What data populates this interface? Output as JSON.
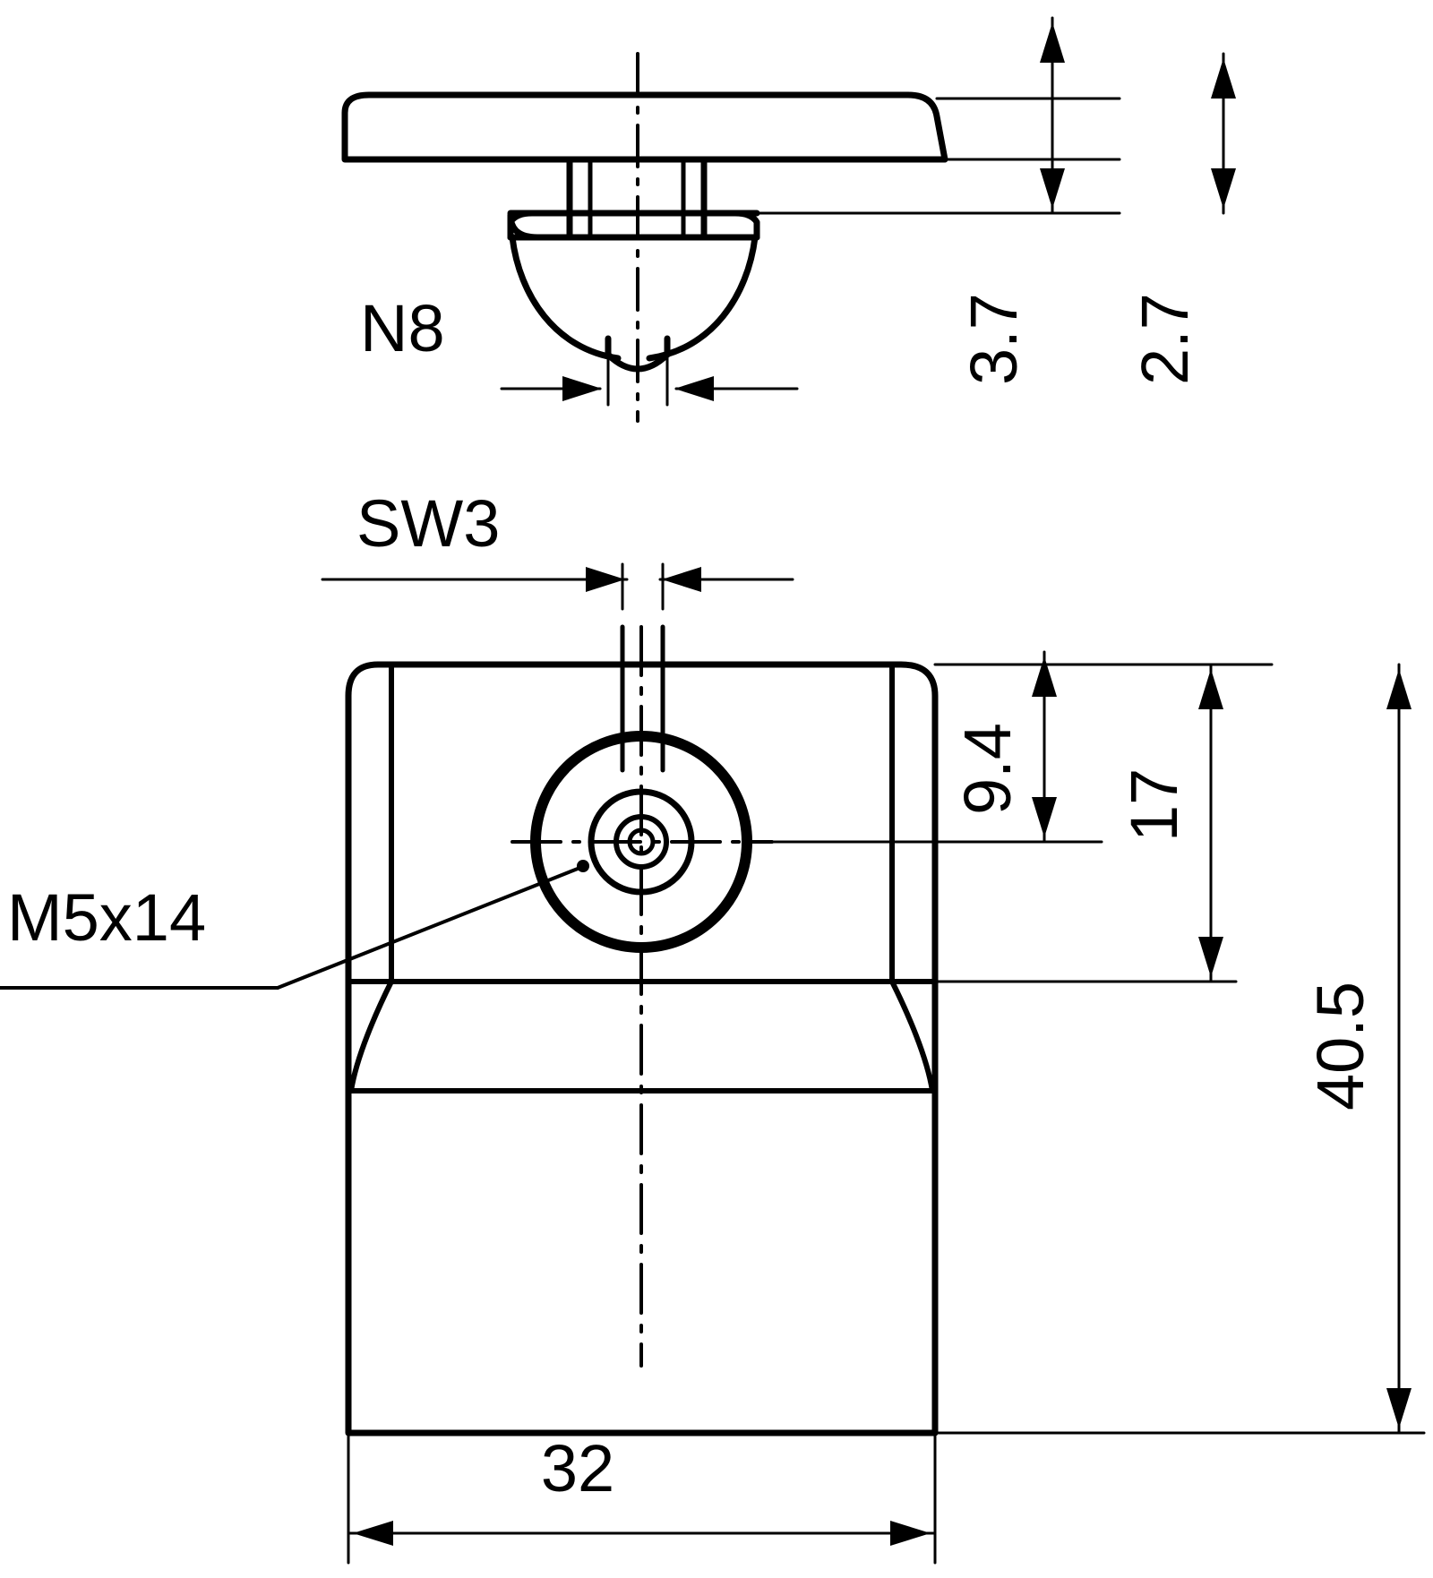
{
  "drawing": {
    "title": "Technical drawing of T-slot fastener with dimensions",
    "line_color": "#000000",
    "background_color": "#ffffff",
    "views": [
      {
        "name": "side-view",
        "description": "Side elevation of T-slot nut with screw head and cone"
      },
      {
        "name": "front-view",
        "description": "Front elevation of bracket with M5x14 screw hole"
      }
    ],
    "labels": {
      "surface_finish": "N8",
      "wrench_size": "SW3",
      "screw_spec": "M5x14"
    },
    "dimensions": {
      "head_thickness": "3.7",
      "cone_offset": "2.7",
      "hole_center_height": "9.4",
      "upper_body_height": "17",
      "total_height": "40.5",
      "width": "32"
    }
  }
}
